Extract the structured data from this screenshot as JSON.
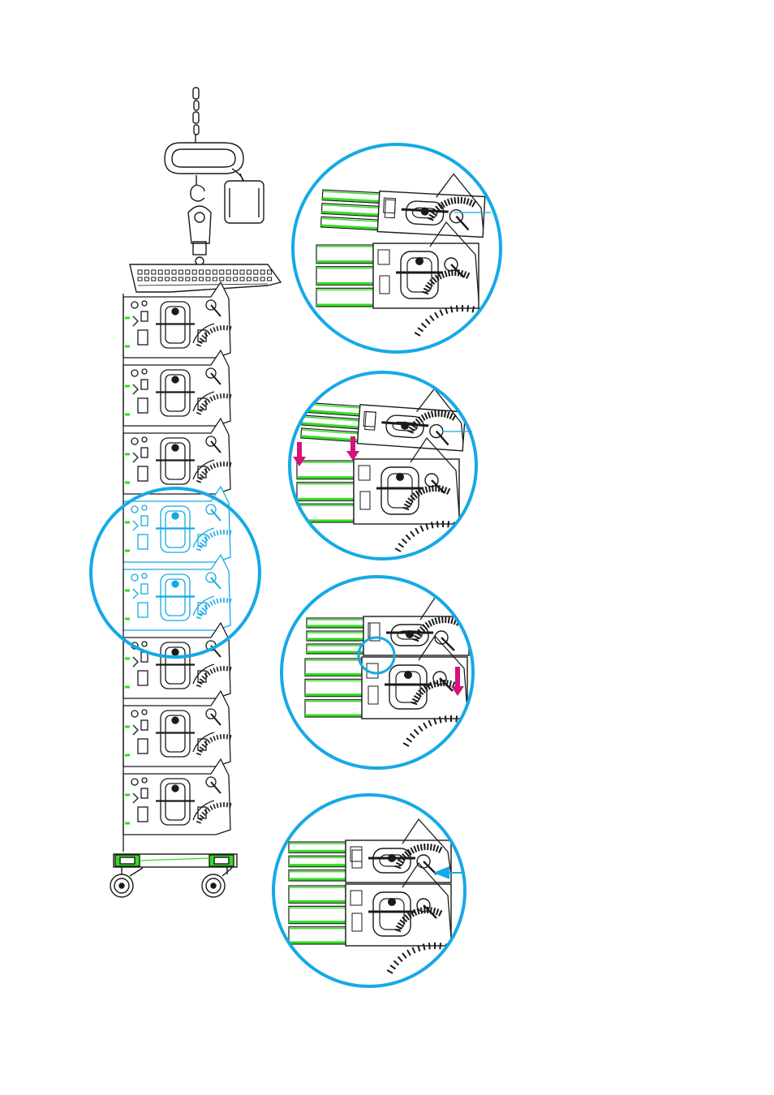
{
  "diagram": {
    "kind": "line-array rigging illustration",
    "colors": {
      "line": "#1a1a1a",
      "cabinet_face": "#33dd22",
      "highlight": "#16a9e6",
      "arrow": "#d4127a",
      "background": "#ffffff"
    },
    "main_stack": {
      "cabinet_count": 8,
      "highlighted_cabinets": [
        4,
        5
      ]
    },
    "detail_steps": [
      {
        "step": 1,
        "arrow_count": 0,
        "pointer": "cyan-line",
        "inset_circle": false
      },
      {
        "step": 2,
        "arrow_count": 2,
        "pointer": "cyan-line",
        "inset_circle": false
      },
      {
        "step": 3,
        "arrow_count": 1,
        "pointer": "none",
        "inset_circle": true
      },
      {
        "step": 4,
        "arrow_count": 0,
        "pointer": "cyan-arrow",
        "inset_circle": false
      }
    ]
  }
}
